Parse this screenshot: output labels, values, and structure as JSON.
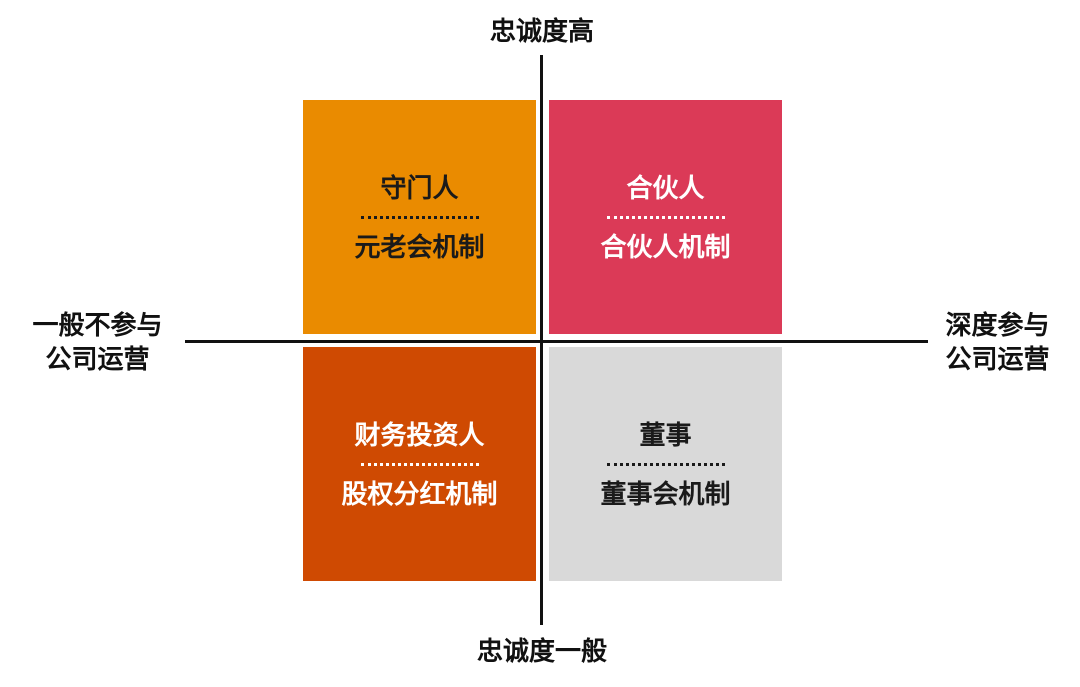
{
  "axes": {
    "top": "忠诚度高",
    "bottom": "忠诚度一般",
    "left": [
      "一般不参与",
      "公司运营"
    ],
    "right": [
      "深度参与",
      "公司运营"
    ]
  },
  "quadrants": {
    "top_left": {
      "title": "守门人",
      "subtitle": "元老会机制",
      "bg": "#EA8B00",
      "fg": "#1A1A1A"
    },
    "top_right": {
      "title": "合伙人",
      "subtitle": "合伙人机制",
      "bg": "#DB3A57",
      "fg": "#FFFFFF"
    },
    "bottom_left": {
      "title": "财务投资人",
      "subtitle": "股权分红机制",
      "bg": "#CF4A02",
      "fg": "#FFFFFF"
    },
    "bottom_right": {
      "title": "董事",
      "subtitle": "董事会机制",
      "bg": "#D9D9D9",
      "fg": "#1A1A1A"
    }
  }
}
